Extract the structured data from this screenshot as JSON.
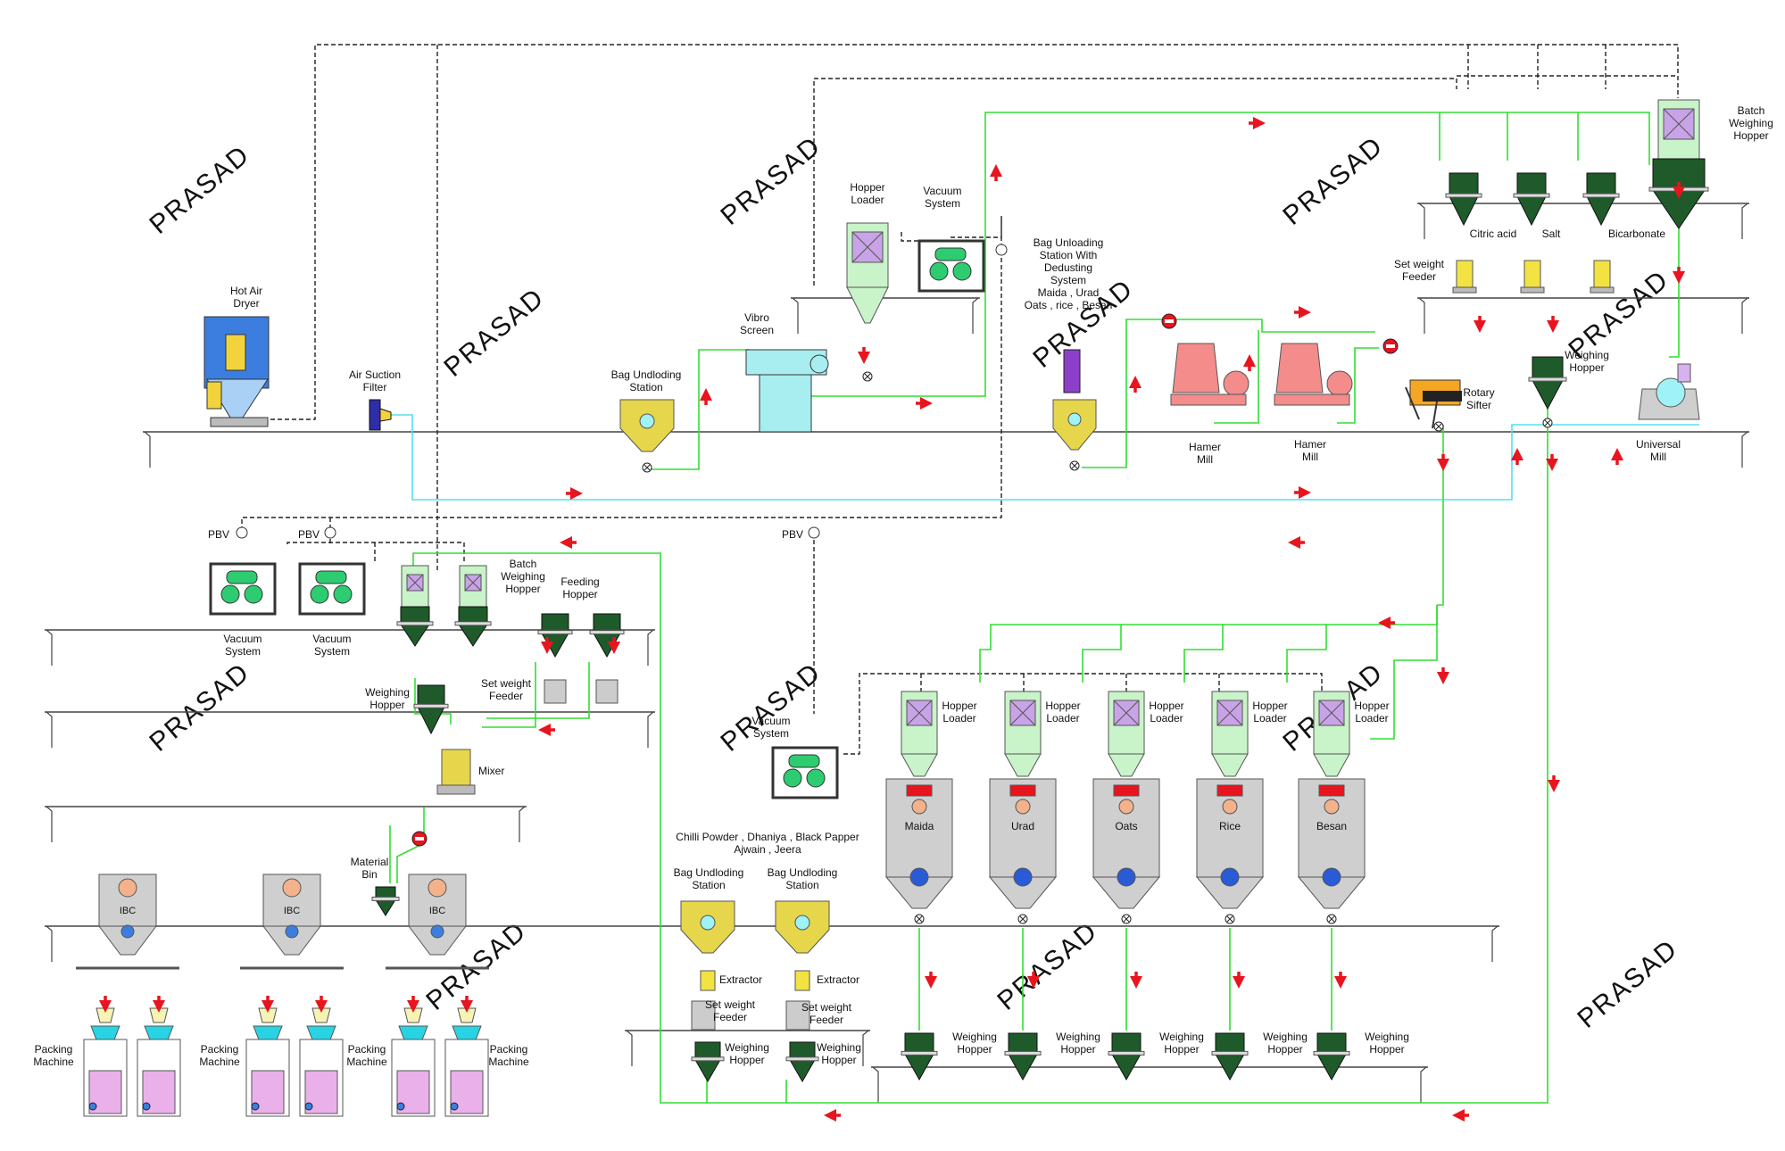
{
  "watermark": "PRASAD",
  "colors": {
    "product_line": "#33dd33",
    "air_line": "#55ddee",
    "vacuum_line": "#222222",
    "arrow": "#e8141e",
    "hopper_dark": "#1f5a2a",
    "vacuum_green": "#2ecc71",
    "pink_mill": "#f48c8c",
    "vibro": "#a8eef0",
    "bag_station": "#e6d64c",
    "silo_body": "#cfcfcf",
    "pack_body": "#eab0ea",
    "pack_cone": "#28d4e4"
  },
  "labels": {
    "hot_air_dryer": "Hot Air\nDryer",
    "air_suction_filter": "Air Suction\nFilter",
    "bag_unloading_1": "Bag Undloding\nStation",
    "vibro_screen": "Vibro\nScreen",
    "hopper_loader_top": "Hopper\nLoader",
    "vacuum_system_top": "Vacuum\nSystem",
    "bag_unloading_dedust": "Bag Unloading\nStation With\nDedusting\nSystem\nMaida , Urad\nOats , rice , Besan",
    "hamer_mill_1": "Hamer\nMill",
    "hamer_mill_2": "Hamer\nMill",
    "rotary_sifter": "Rotary\nSifter",
    "weighing_hopper_right": "Weighing\nHopper",
    "universal_mill": "Universal\nMill",
    "batch_weighing_hopper_top": "Batch\nWeighing\nHopper",
    "citric_acid": "Citric acid",
    "salt": "Salt",
    "bicarbonate": "Bicarbonate",
    "set_weight_feeder_top": "Set weight\nFeeder",
    "pbv1": "PBV",
    "pbv2": "PBV",
    "pbv3": "PBV",
    "vacuum_system_1": "Vacuum\nSystem",
    "vacuum_system_2": "Vacuum\nSystem",
    "batch_weighing_hopper_left": "Batch\nWeighing\nHopper",
    "feeding_hopper": "Feeding\nHopper",
    "set_weight_feeder_left": "Set weight\nFeeder",
    "weighing_hopper_left": "Weighing\nHopper",
    "mixer": "Mixer",
    "material_bin": "Material\nBin",
    "vacuum_system_mid": "Vacuum\nSystem",
    "spices": "Chilli Powder , Dhaniya , Black Papper\nAjwain , Jeera",
    "bag_unloading_2": "Bag Undloding\nStation",
    "bag_unloading_3": "Bag Undloding\nStation",
    "extractor_1": "Extractor",
    "extractor_2": "Extractor",
    "set_weight_feeder_b1": "Set weight\nFeeder",
    "set_weight_feeder_b2": "Set weight\nFeeder",
    "weighing_hopper_b1": "Weighing\nHopper",
    "weighing_hopper_b2": "Weighing\nHopper",
    "ibc": "IBC",
    "packing_machine": "Packing\nMachine",
    "hopper_loader": "Hopper\nLoader",
    "weighing_hopper": "Weighing\nHopper"
  },
  "silos": [
    "Maida",
    "Urad",
    "Oats",
    "Rice",
    "Besan"
  ]
}
